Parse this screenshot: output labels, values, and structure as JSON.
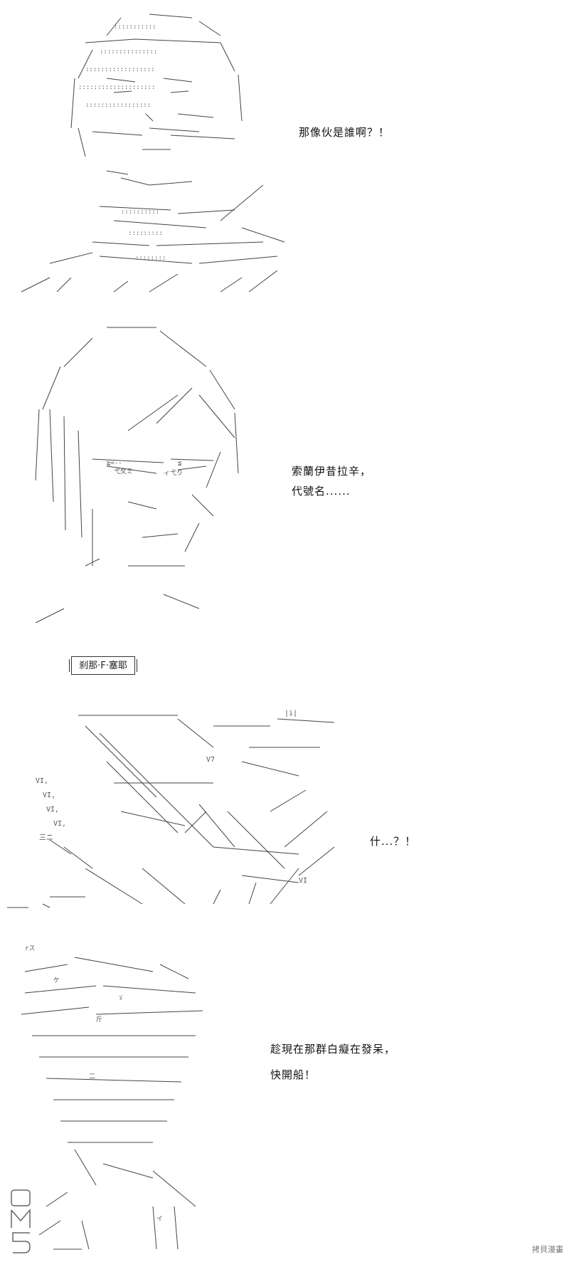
{
  "panels": [
    {
      "id": "p1",
      "lines": [
        "那像伙是誰啊？！"
      ]
    },
    {
      "id": "p2",
      "lines": [
        "索蘭伊昔拉辛，",
        "代號名......"
      ]
    },
    {
      "id": "p3",
      "lines": [
        "什...？！"
      ]
    },
    {
      "id": "p4",
      "lines": [
        "趁現在那群白癡在發呆，",
        "快開船！"
      ]
    }
  ],
  "name_tag": "刹那·F·塞耶",
  "watermark_br": "拷貝漫畫",
  "logo_text": "DM5",
  "colors": {
    "ink": "#222222",
    "background": "#ffffff",
    "light_ink": "#777777"
  }
}
